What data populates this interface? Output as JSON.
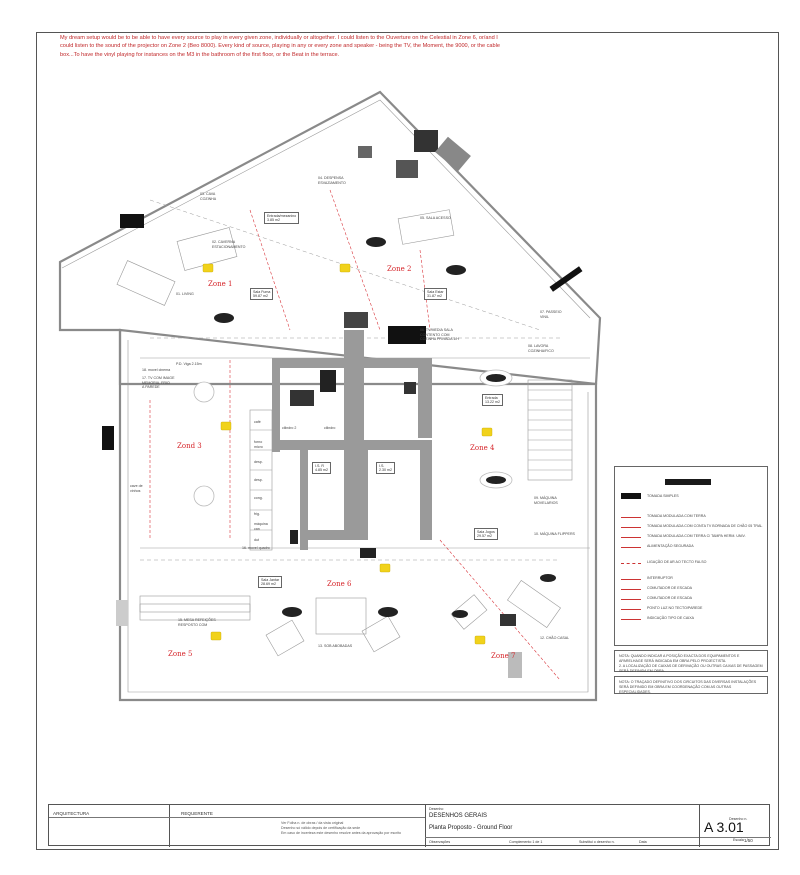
{
  "intro_text": "My dream setup would be to be able to have every source to play in every given zone, individually or altogether. I could listen to the Ouverture on the Celestial in Zone 6, or/and I could listen to the sound of the projector on Zone 2 (Beo 8000). Every kind of source, playing in any or every zone and speaker - being the TV, the Moment, the 9000, or the cable box...To have the vinyl playing for instances on the M3 in the bathroom of the first floor, or the Beat in the terrace.",
  "zones": [
    "Zone 1",
    "Zone 2",
    "Zond 3",
    "Zone 4",
    "Zone 5",
    "Zone 6",
    "Zone 7"
  ],
  "rooms": {
    "r01": "01. LIVING",
    "r02": "02. CAVERNA\nESTACIONAMENTO",
    "r03": "03. CAVA\nCOZINHA",
    "r04": "04. DESPENSA\nESVAZIAMENTO",
    "r05": "05. SALA ACESSO",
    "r06": "06. TV/MEDIA SALA\nCONTENTO COM\nCOZINHA PRIVADA 1/H",
    "r07": "07. PASSEIO\nVINIL",
    "r08": "08. LAVORA\nCOZINHA/FICO",
    "r09": "09. MÁQUINA\nMOVELARIOS",
    "r10": "10. MÁQUINA FLIPPERS",
    "r12": "12. CHÃO CASAL",
    "r13": "13. SOB ABOBADAS",
    "r15": "15. MESA REFEIÇÕES\nRESPOSTO COM",
    "r16": "16. movel quadro",
    "r17": "17. TV COM IMAGE\nMEMORIA, FRIO\nA PAREDE",
    "r18": "18. movel cinema"
  },
  "area_tags": {
    "a1": "Sala Fuma\n59.87 m2",
    "a2": "Sala Estar\n31.87 m2",
    "a3": "Entrada\n13.22 m2",
    "a4": "Sala Jantar\n28.69 m2",
    "a5": "Sala Jogos\n29.57 m2",
    "a6": "I.S. R\n4.85 m2",
    "a7": "I.S.\n2.30 m2",
    "a8": "Entrada/mezanino\n3.85 m2"
  },
  "small_labels": {
    "cafe": "café",
    "forno": "forno\nmicro",
    "desp1": "desp.",
    "desp2": "desp.",
    "cong": "cong.",
    "frig": "frig.",
    "maquina": "máquina\ncan",
    "dut": "dut",
    "cilindro2": "cilindro 2",
    "cilindro": "cilindro",
    "cave": "cave de\nvinhos",
    "pd1": "P.D. Viga 2.15m"
  },
  "legend": {
    "rows": [
      "TOMADA SIMPLES",
      "TOMADA MODULADA COM TERRA",
      "TOMADA MODULADA COM CONTA TV BORNADA DE CHÃO 05 TRAL",
      "TOMADA MODULADA COM TERRA C/ TAMPA HERM. UNIV.",
      "ALIMENTAÇÃO SEGURADA",
      "LIGAÇÃO DE AR AO TECTO FALSO",
      "INTERRUPTOR",
      "COMUTADOR DE ESCADA",
      "COMUTADOR DE ESCADA",
      "PONTO LUZ NO TECTO/PAREDE",
      "INDICAÇÃO TIPO DE CAIXA"
    ]
  },
  "notes": [
    "NOTA: QUANDO INDICAR A POSIÇÃO EXACTA DOS EQUIPAMENTOS E APARELHAGE SERÁ INDICADA EM OBRA PELO PROJECTISTA.\n2. A LOCALIZAÇÃO DE CAIXAS DE DERIVAÇÃO OU OUTRAS CAIXAS DE PASSAGEM SERÁ DEFINIDA EM OBRA.",
    "NOTA: O TRAÇADO DEFINITIVO DOS CIRCUITOS DAS DIVERSAS INSTALAÇÕES SERÁ DEFINIDO EM OBRA EM COORDENAÇÃO COM AS OUTRAS ESPECIALIDADES."
  ],
  "titleblock": {
    "arquitectura": "ARQUITECTURA",
    "requerente": "REQUERENTE",
    "desenho_label": "Desenho",
    "desenhos_gerais": "DESENHOS GERAIS",
    "planta": "Planta Proposto - Ground Floor",
    "observacoes": "Observações",
    "comp": "Complemento 1 de 1",
    "substitui": "Substitui o desenho n.",
    "data": "Data",
    "desenho_n_label": "Desenho n.",
    "sheet_number": "A 3.01",
    "escala_label": "Escala",
    "scale": "1/50",
    "small_note": "Ver Folha n. de obras / da vista original\nDesenho só válido depois de certificação da sede\nEm caso de incerteza este desenho resolve antes da aprovação por escrito"
  }
}
